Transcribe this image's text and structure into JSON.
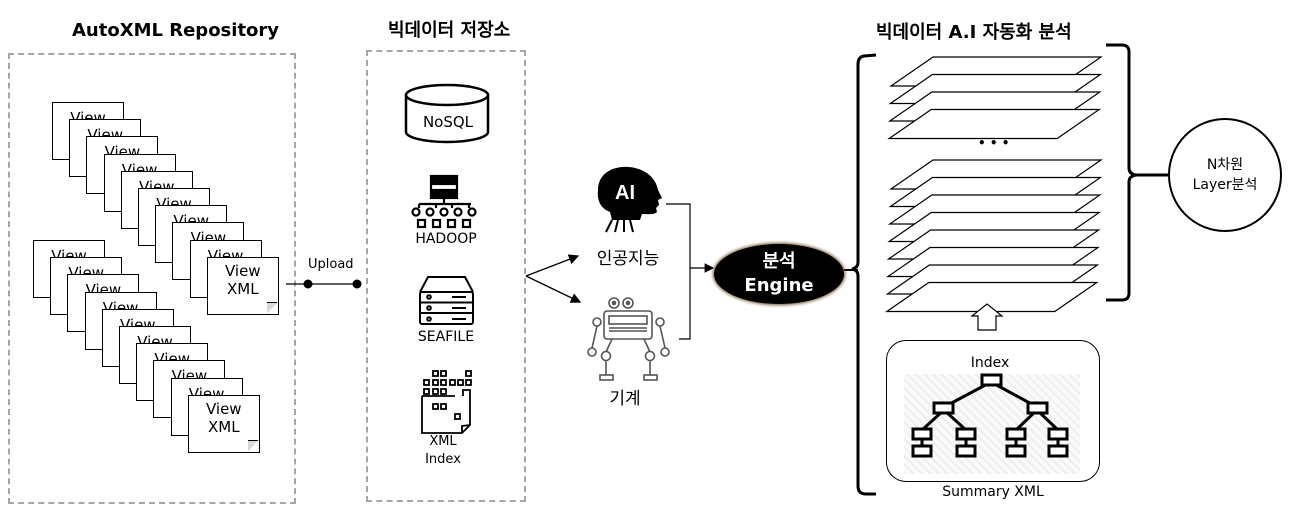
{
  "repository": {
    "title": "AutoXML Repository",
    "stacks": [
      {
        "docs": [
          "View",
          "View",
          "View",
          "View",
          "View",
          "View",
          "View",
          "View",
          "View"
        ],
        "last": [
          "View",
          "XML"
        ]
      },
      {
        "docs": [
          "View",
          "View",
          "View",
          "View",
          "View",
          "View",
          "View",
          "View",
          "View"
        ],
        "last": [
          "View",
          "XML"
        ]
      }
    ]
  },
  "connector": {
    "upload_label": "Upload"
  },
  "storage": {
    "title": "빅데이터 저장소",
    "items": [
      {
        "name": "nosql",
        "label": "NoSQL",
        "icon": "database-cylinder-icon"
      },
      {
        "name": "hadoop",
        "label": "HADOOP",
        "icon": "hadoop-cluster-icon"
      },
      {
        "name": "seafile",
        "label": "SEAFILE",
        "icon": "server-rack-icon"
      },
      {
        "name": "xml-index",
        "label_line1": "XML",
        "label_line2": "Index",
        "icon": "xml-index-grid-icon"
      }
    ]
  },
  "processors": {
    "ai": {
      "label": "인공지능",
      "icon": "ai-head-icon"
    },
    "machine": {
      "label": "기계",
      "icon": "robot-icon"
    }
  },
  "engine": {
    "line1": "분석",
    "line2": "Engine"
  },
  "analysis": {
    "title": "빅데이터 A.I 자동화 분석",
    "top_layers": 4,
    "bottom_layers": 8,
    "ellipsis": "• • •",
    "summary": {
      "index_label": "Index",
      "caption": "Summary XML"
    }
  },
  "result": {
    "line1": "N차원",
    "line2": "Layer분석"
  }
}
